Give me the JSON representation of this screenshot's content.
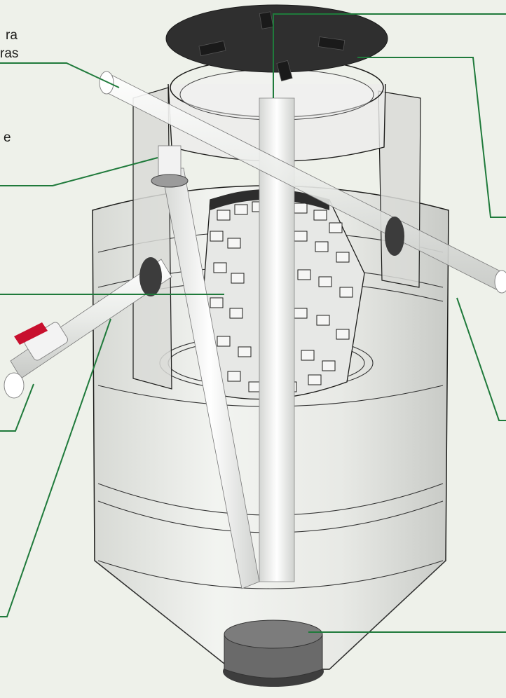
{
  "diagram": {
    "title": "",
    "fragments": [
      {
        "id": "top-left-line1",
        "text": "ra"
      },
      {
        "id": "top-left-line2",
        "text": "ras"
      },
      {
        "id": "mid-left",
        "text": "e"
      }
    ],
    "components": [
      "tank-lid",
      "lid-handle",
      "tank-body",
      "inspection-neck",
      "inlet-pipe",
      "outlet-pipe",
      "sludge-pipe",
      "drain-valve",
      "filter-media",
      "central-tube",
      "bottom-cap",
      "vent-pipe"
    ],
    "colors": {
      "background": "#eef1ea",
      "leader_line": "#1f7a3b",
      "tank_shell": "#dcdcdc",
      "lid": "#2f2f2f",
      "valve_handle": "#c8102e",
      "text": "#1d1d1b"
    }
  }
}
